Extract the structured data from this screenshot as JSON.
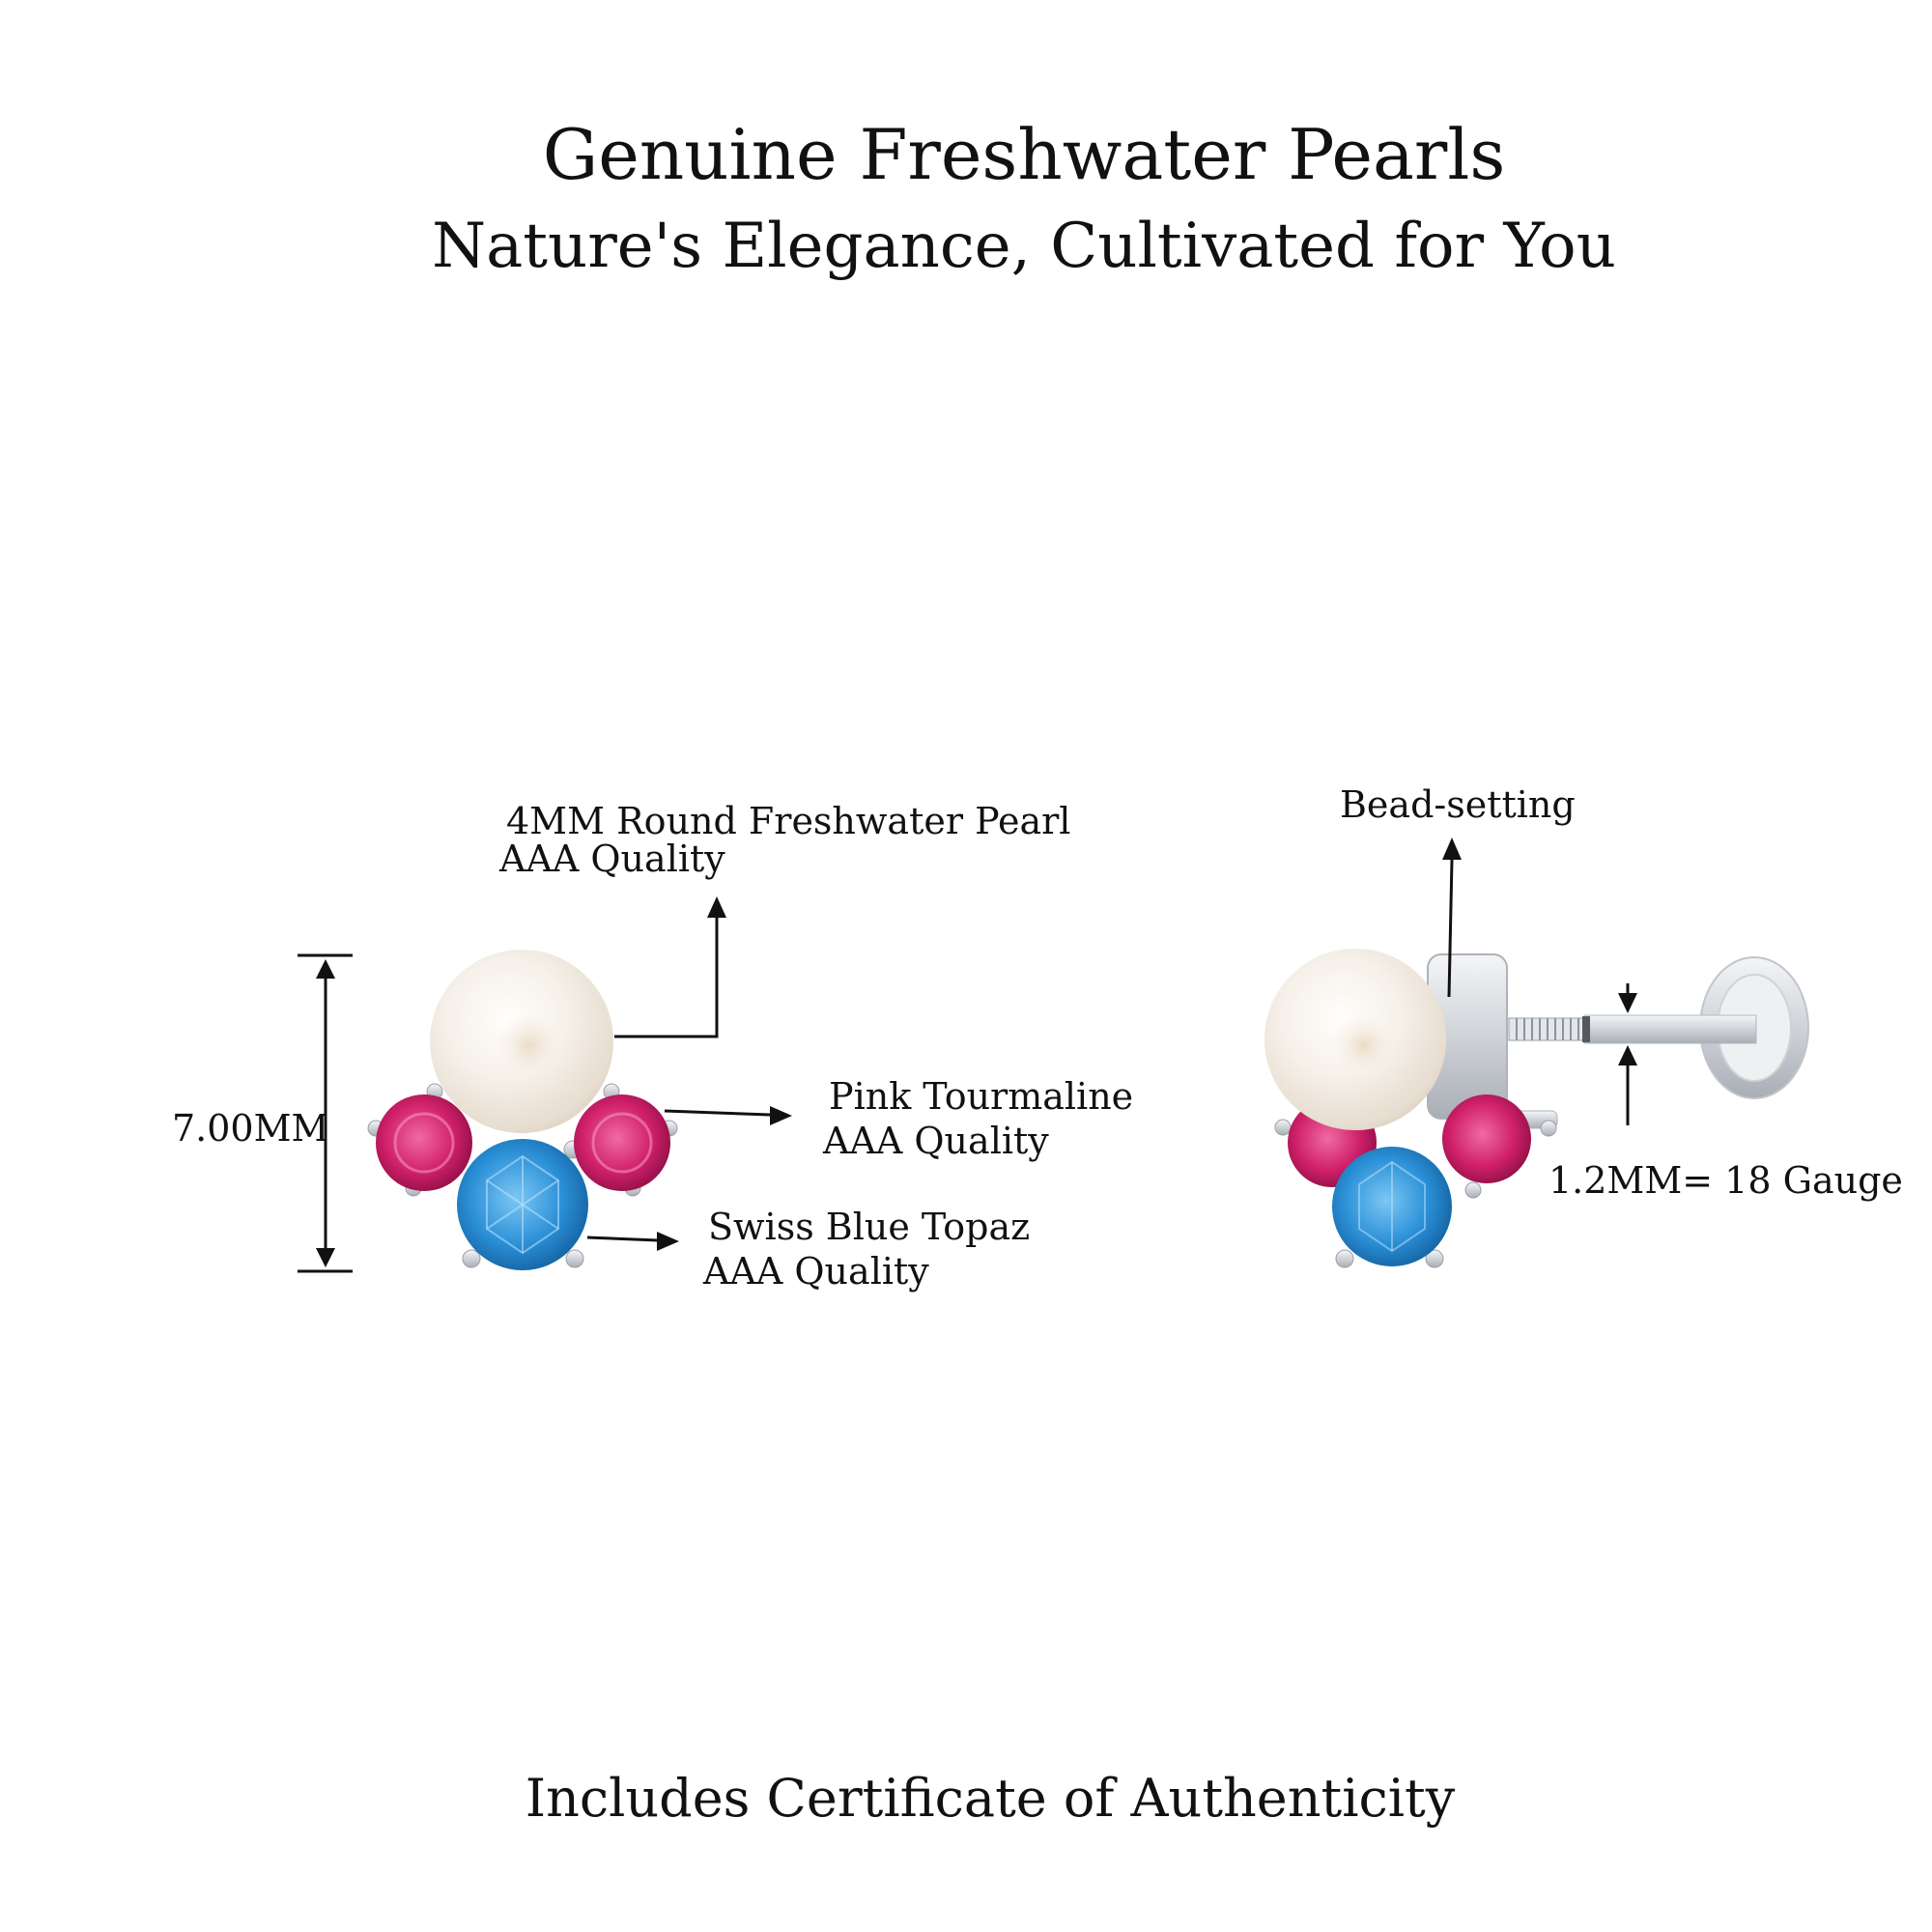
{
  "header": {
    "title": "Genuine Freshwater Pearls",
    "subtitle": "Nature's Elegance, Cultivated for You"
  },
  "front_view": {
    "pearl_label": "4MM Round Freshwater Pearl",
    "pearl_quality": "AAA Quality",
    "tourmaline_label": "Pink Tourmaline",
    "tourmaline_quality": "AAA Quality",
    "topaz_label": "Swiss Blue Topaz",
    "topaz_quality": "AAA Quality",
    "height_dimension": "7.00MM"
  },
  "side_view": {
    "setting_label": "Bead-setting",
    "gauge_label": "1.2MM=  18 Gauge"
  },
  "footer": {
    "certificate_text": "Includes Certificate of Authenticity"
  },
  "colors": {
    "pearl": "#f6f1ea",
    "pink_tourmaline": "#d0206a",
    "swiss_blue_topaz": "#2a8fd6",
    "metal": "#d9dce0",
    "line": "#111111"
  }
}
